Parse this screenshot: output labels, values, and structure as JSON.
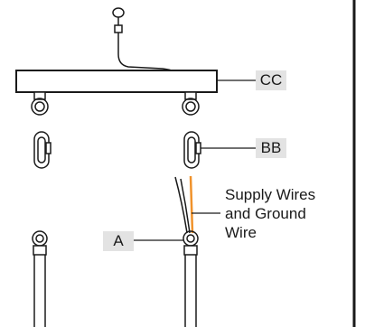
{
  "labels": {
    "cc": "CC",
    "bb": "BB",
    "a": "A",
    "supply_line1": "Supply Wires",
    "supply_line2": "and Ground",
    "supply_line3": "Wire"
  },
  "colors": {
    "ink": "#1a1a1a",
    "label_bg": "#e3e3e3",
    "wire_orange": "#f0922b"
  }
}
